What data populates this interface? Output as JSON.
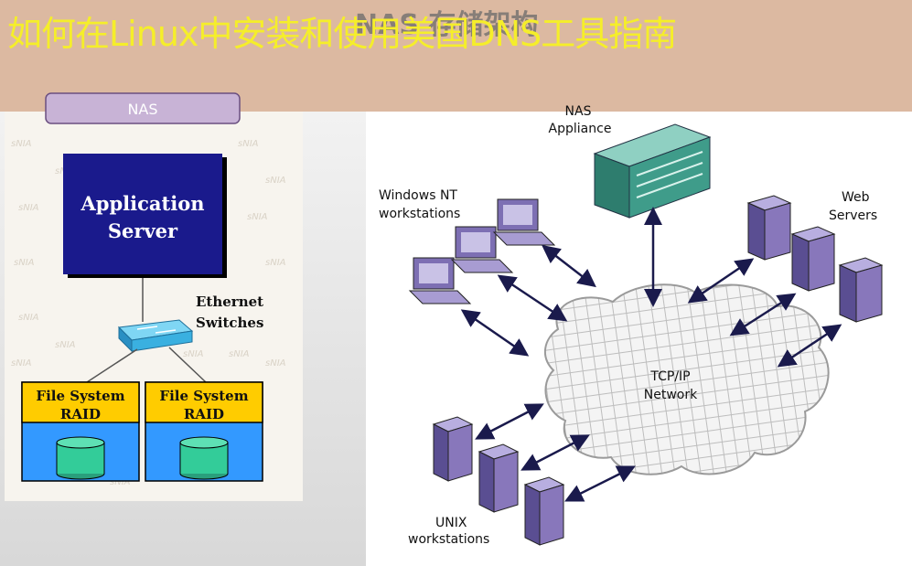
{
  "banner": {
    "title": "如何在Linux中安装和使用美国DNS工具指南",
    "subtitle": "NAS 存储架构"
  },
  "left_diagram": {
    "nas_label": "NAS",
    "app_server": [
      "Application",
      "Server"
    ],
    "switch_label": [
      "Ethernet",
      "Switches"
    ],
    "raid_boxes": [
      {
        "line1": "File System",
        "line2": "RAID"
      },
      {
        "line1": "File System",
        "line2": "RAID"
      }
    ]
  },
  "right_diagram": {
    "nas_appliance": [
      "NAS",
      "Appliance"
    ],
    "windows_nt": [
      "Windows NT",
      "workstations"
    ],
    "web_servers": [
      "Web",
      "Servers"
    ],
    "network": [
      "TCP/IP",
      "Network"
    ],
    "unix": [
      "UNIX",
      "workstations"
    ]
  },
  "colors": {
    "banner_bg": "#dcb9a1",
    "banner_title": "#f5ee2a",
    "app_server_fill": "#1a1a8c",
    "raid_header": "#ffcc00",
    "raid_body": "#3399ff",
    "disk": "#33cc99",
    "switch": "#33aadd",
    "appliance": "#3a8c7c",
    "server_purple": "#8877bb"
  }
}
